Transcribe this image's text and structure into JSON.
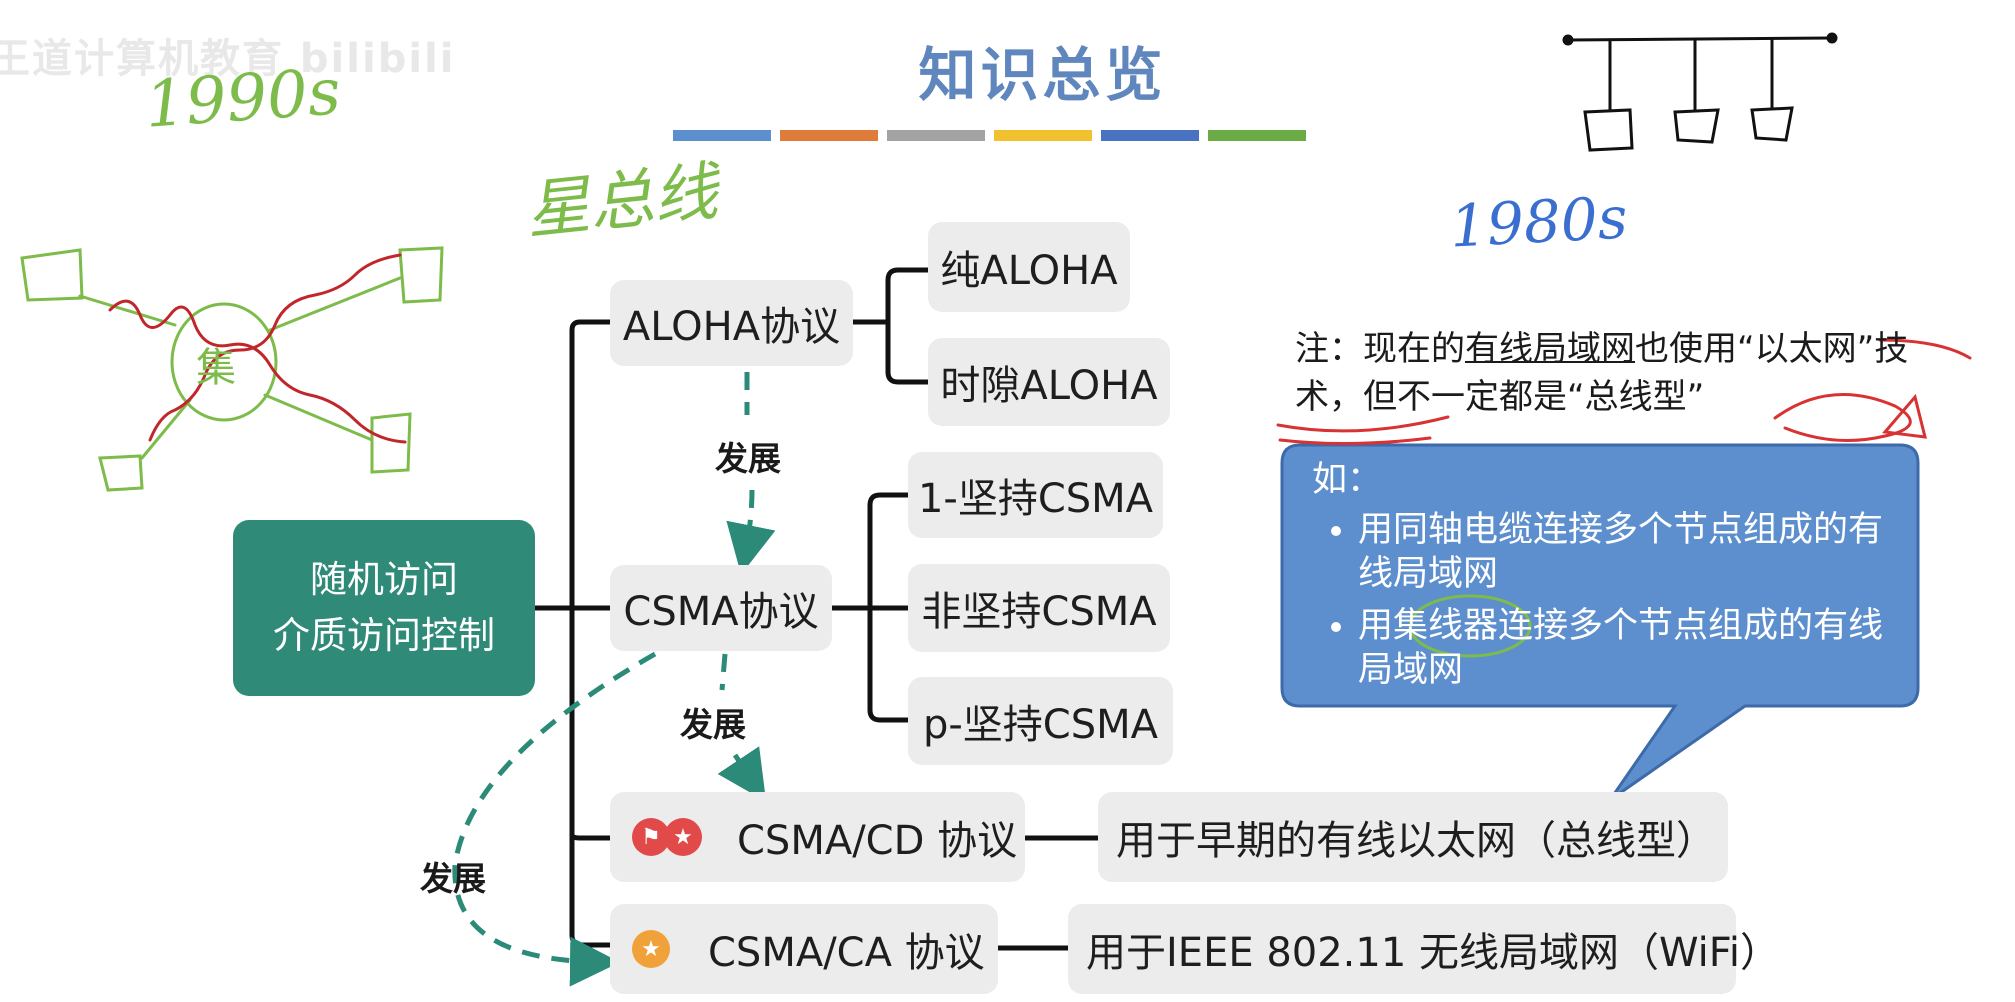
{
  "watermark": "王道计算机教育 bilibili",
  "title": "知识总览",
  "title_bar_colors": [
    "#5b8fce",
    "#e07c3a",
    "#a3a3a3",
    "#f2c12e",
    "#4a72c2",
    "#6aab45"
  ],
  "root": {
    "line1": "随机访问",
    "line2": "介质访问控制"
  },
  "nodes": {
    "aloha": "ALOHA协议",
    "pure_aloha": "纯ALOHA",
    "slotted_aloha": "时隙ALOHA",
    "csma": "CSMA协议",
    "csma_1": "1-坚持CSMA",
    "csma_non": "非坚持CSMA",
    "csma_p": "p-坚持CSMA",
    "csma_cd": "CSMA/CD 协议",
    "csma_cd_desc": "用于早期的有线以太网（总线型）",
    "csma_ca": "CSMA/CA 协议",
    "csma_ca_desc": "用于IEEE 802.11 无线局域网（WiFi）"
  },
  "develop_labels": [
    "发展",
    "发展",
    "发展"
  ],
  "note": {
    "prefix": "注：现在的",
    "underlined": "有线局域网",
    "suffix": "也使用“以太网”技术，但不一定都是“总线型”"
  },
  "bubble": {
    "lead": "如：",
    "items": [
      "用同轴电缆连接多个节点组成的有线局域网",
      "用集线器连接多个节点组成的有线局域网"
    ],
    "fill": "#5d8fcf"
  },
  "handwriting": {
    "year_1990s": "1990s",
    "year_1980s": "1980s",
    "star_bus": "星总线",
    "hub_char": "集"
  },
  "colors": {
    "root": "#2f8a78",
    "pill": "#ececec",
    "arrow": "#2b8a78",
    "badge_red": "#e24a4a",
    "badge_orange": "#f0a13a"
  }
}
